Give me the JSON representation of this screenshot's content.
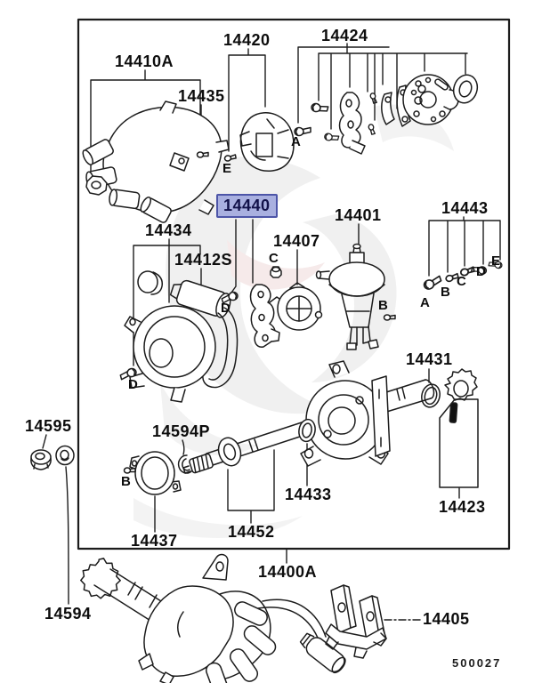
{
  "diagram": {
    "title_context": "distributor parts diagram",
    "highlight_color": "#a9b0e0",
    "highlight_border": "#4d55a8",
    "line_color": "#1c1c1c",
    "part_labels": {
      "p14410A": "14410A",
      "p14435": "14435",
      "p14420": "14420",
      "p14424": "14424",
      "p14440": "14440",
      "p14401": "14401",
      "p14443": "14443",
      "p14434": "14434",
      "p14412S": "14412S",
      "p14407": "14407",
      "p14431": "14431",
      "p14595": "14595",
      "p14594P": "14594P",
      "p14433": "14433",
      "p14423": "14423",
      "p14437": "14437",
      "p14452": "14452",
      "p14400A": "14400A",
      "p14594": "14594",
      "p14405": "14405"
    },
    "fastener_letters": {
      "A": "A",
      "B": "B",
      "C": "C",
      "D": "D",
      "E": "E"
    },
    "sheet_code": "500027"
  }
}
